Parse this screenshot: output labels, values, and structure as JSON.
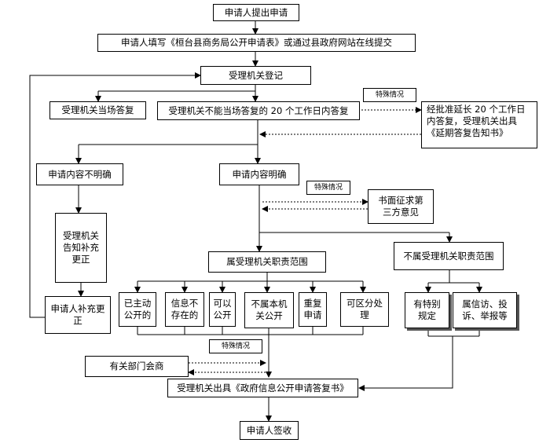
{
  "nodes": {
    "apply": "申请人提出申请",
    "fill": "申请人填写《桓台县商务局公开申请表》或通过县政府网站在线提交",
    "register": "受理机关登记",
    "reply_now": "受理机关当场答复",
    "reply_20": "受理机关不能当场答复的 20 个工作日内答复",
    "extend": "经批准延长 20 个工作日内答复，受理机关出具《延期答复告知书》",
    "unclear": "申请内容不明确",
    "clear": "申请内容明确",
    "notify_fix": "受理机关告知补充更正",
    "applicant_fix": "申请人补充更正",
    "third_party": "书面征求第三方意见",
    "in_scope": "属受理机关职责范围",
    "out_scope": "不属受理机关职责范围",
    "opened": "已主动公开的",
    "not_exist": "信息不存在的",
    "can_open": "可以公开",
    "not_this": "不属本机关公开",
    "repeat": "重复申请",
    "partial": "可区分处理",
    "special_rule": "有特别规定",
    "petition": "属信访、投诉、举报等",
    "consult": "有关部门会商",
    "issue_reply": "受理机关出具《政府信息公开申请答复书》",
    "receive": "申请人签收"
  },
  "notes": {
    "special1": "特殊情况",
    "special2": "特殊情况",
    "special3": "特殊情况"
  }
}
